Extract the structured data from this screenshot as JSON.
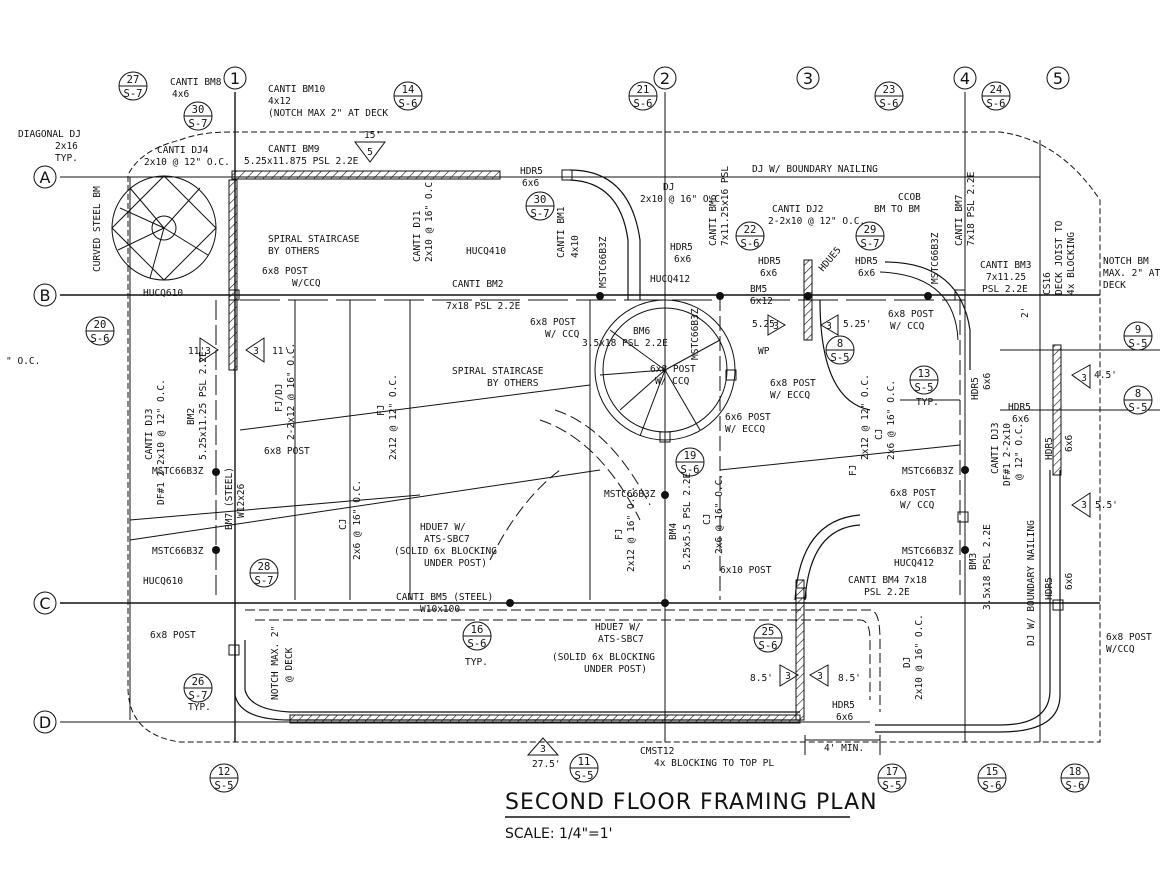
{
  "title": "SECOND FLOOR FRAMING PLAN",
  "scale": "SCALE: 1/4\"=1'",
  "grid": {
    "columns": [
      "1",
      "2",
      "3",
      "4",
      "5"
    ],
    "rows": [
      "A",
      "B",
      "C",
      "D"
    ]
  },
  "details": {
    "d27": [
      "27",
      "S-7"
    ],
    "d30a": [
      "30",
      "S-7"
    ],
    "d14": [
      "14",
      "S-6"
    ],
    "d21": [
      "21",
      "S-6"
    ],
    "d23": [
      "23",
      "S-6"
    ],
    "d24": [
      "24",
      "S-6"
    ],
    "d30b": [
      "30",
      "S-7"
    ],
    "d22": [
      "22",
      "S-6"
    ],
    "d29": [
      "29",
      "S-7"
    ],
    "d20": [
      "20",
      "S-6"
    ],
    "d8a": [
      "8",
      "S-5"
    ],
    "d9": [
      "9",
      "S-5"
    ],
    "d13": [
      "13",
      "S-5"
    ],
    "d8b": [
      "8",
      "S-5"
    ],
    "d19": [
      "19",
      "S-6"
    ],
    "d28": [
      "28",
      "S-7"
    ],
    "d16": [
      "16",
      "S-6"
    ],
    "d25": [
      "25",
      "S-6"
    ],
    "d26": [
      "26",
      "S-7"
    ],
    "d12": [
      "12",
      "S-5"
    ],
    "d11": [
      "11",
      "S-5"
    ],
    "d17": [
      "17",
      "S-5"
    ],
    "d15": [
      "15",
      "S-6"
    ],
    "d18": [
      "18",
      "S-6"
    ]
  },
  "labels": {
    "canti_bm8": "CANTI BM8",
    "canti_bm8_size": "4x6",
    "canti_bm10": "CANTI BM10",
    "canti_bm10_size": "4x12",
    "canti_bm10_note": "(NOTCH MAX 2\" AT DECK",
    "diagonal_dj": "DIAGONAL DJ",
    "diag_size": "2x16",
    "diag_typ": "TYP.",
    "canti_dj4": "CANTI DJ4",
    "dj4_spec": "2x10 @ 12\" O.C.",
    "canti_bm9": "CANTI BM9",
    "bm9_spec": "5.25x11.875 PSL 2.2E",
    "span15": "15'",
    "hdr5_a": "HDR5",
    "hdr5_a_size": "6x6",
    "dj_boundary": "DJ W/ BOUNDARY NAILING",
    "dj_top": "DJ",
    "dj_top_spec": "2x10 @ 16\" O.C.",
    "canti_bm6": "CANTI BM6",
    "bm6_spec": "7x11.25x16 PSL",
    "canti_dj2": "CANTI DJ2",
    "dj2_spec": "2-2x10 @ 12\" O.C.",
    "ccob": "CCOB",
    "bm_to_bm": "BM TO BM",
    "canti_bm7": "CANTI BM7",
    "bm7_spec": "7x18 PSL 2.2E",
    "cs16": "CS16",
    "deck_joist": "DECK JOIST TO",
    "blocking4x": "4x BLOCKING",
    "notch_bm": "NOTCH BM",
    "notch_max": "MAX. 2\" AT",
    "deck": "DECK",
    "curved_steel": "CURVED STEEL BM",
    "spiral1": "SPIRAL STAIRCASE",
    "by_others": "BY OTHERS",
    "post6x8_ccq": "6x8 POST",
    "w_ccq": "W/CCQ",
    "canti_dj1": "CANTI DJ1",
    "dj1_spec": "2x10 @ 16\" O.C.",
    "hucq410": "HUCQ410",
    "canti_bm1": "CANTI BM1",
    "bm1_size": "4x10",
    "mstc_top": "MSTC66B3Z",
    "hdr5_b": "HDR5",
    "hdr5_b_size": "6x6",
    "hucq412_a": "HUCQ412",
    "bm5": "BM5",
    "bm5_size": "6x12",
    "hdr5_c": "HDR5",
    "hdr5_c_size": "6x6",
    "hdues": "HDUE5",
    "hdr5_d": "HDR5",
    "hdr5_d_size": "6x6",
    "mstc_right": "MSTC66B3Z",
    "canti_bm3": "CANTI BM3",
    "bm3_spec": "7x11.25",
    "bm3_spec2": "PSL 2.2E",
    "canti_bm2": "CANTI BM2",
    "bm2_spec": "7x18 PSL 2.2E",
    "hucq610_a": "HUCQ610",
    "post6x8_b": "6x8 POST",
    "post6x8_b_w": "W/ CCQ",
    "bm6_lbl": "BM6",
    "bm6_spec2": "3.5x18 PSL 2.2E",
    "mstc_mid": "MSTC66B3Z",
    "wp": "WP",
    "d525a": "5.25'",
    "d525b": "5.25'",
    "post6x8_c": "6x8 POST",
    "post6x8_c_w": "W/ CCQ",
    "dim2": "2'",
    "oc_left": "\" O.C.",
    "d11a": "11'",
    "d11b": "11'",
    "d45": "4.5'",
    "spiral2": "SPIRAL STAIRCASE",
    "by_others2": "BY OTHERS",
    "post6x8_d": "6x8 POST",
    "post6x8_d_w": "W/ CCQ",
    "post6x8_e": "6x8 POST",
    "post6x8_e_w": "W/ ECCQ",
    "post6x6_f": "6x6 POST",
    "post6x6_f_w": "W/ ECCQ",
    "canti_dj3": "CANTI DJ3",
    "dj3_spec": "DF#1 2-2x10 @ 12\" O.C.",
    "bm2_left": "BM2",
    "bm2_left_spec": "5.25x11.25 PSL 2.2E",
    "fj_dj": "FJ/DJ",
    "fjdj_spec": "2-2x12 @ 16\" O.C.",
    "fj_a": "FJ",
    "fj_a_spec": "2x12 @ 12\" O.C.",
    "post6x8_g": "6x8 POST",
    "mstc_l1": "MSTC66B3Z",
    "bm7_steel": "BM7 (STEEL)",
    "w12x26": "W12x26",
    "cj_a": "CJ",
    "cj_a_spec": "2x6 @ 16\" O.C.",
    "mstc_l2": "MSTC66B3Z",
    "hdue7_a": "HDUE7 W/",
    "ats_a": "ATS-SBC7",
    "solid_a": "(SOLID 6x BLOCKING",
    "under_a": "UNDER POST)",
    "mstc_c": "MSTC66B3Z",
    "fj_b": "FJ",
    "fj_b_spec": "2x12 @ 16\" O.C.",
    "bm4": "BM4",
    "bm4_spec": "5.25x5.5 PSL 2.2E",
    "cj_b": "CJ",
    "cj_b_spec": "2x6 @ 16\" O.C.",
    "fj_c": "FJ",
    "fj_c_spec": "2x12 @ 12\" O.C.",
    "cj_c": "CJ",
    "cj_c_spec": "2x6 @ 16\" O.C.",
    "hdr5_e": "HDR5",
    "hdr5_e_size": "6x6",
    "typ_a": "TYP.",
    "hdr5_f": "HDR5",
    "hdr5_f_size": "6x6",
    "mstc_r1": "MSTC66B3Z",
    "post6x8_h": "6x8 POST",
    "post6x8_h_w": "W/ CCQ",
    "canti_dj3b": "CANTI DJ3",
    "dj3b_spec": "DF#1 2-2x10",
    "dj3b_spec2": "@ 12\" O.C.",
    "hdr5_g": "HDR5",
    "hdr5_g_size": "6x6",
    "d55": "5.5'",
    "mstc_r2": "MSTC66B3Z",
    "hucq412_b": "HUCQ412",
    "canti_bm4": "CANTI BM4",
    "bm4b_spec": "7x18",
    "bm4b_spec2": "PSL 2.2E",
    "bm3_lbl": "BM3",
    "bm3_lbl_spec": "3.5x18 PSL 2.2E",
    "dj_boundary_v": "DJ W/ BOUNDARY NAILING",
    "hdr5_h": "HDR5",
    "hdr5_h_size": "6x6",
    "post6x10": "6x10 POST",
    "hucq610_b": "HUCQ610",
    "canti_bm5": "CANTI BM5 (STEEL)",
    "w10x100": "W10x100",
    "typ_b": "TYP.",
    "hdue7_b": "HDUE7 W/",
    "ats_b": "ATS-SBC7",
    "solid_b": "(SOLID 6x BLOCKING",
    "under_b": "UNDER POST)",
    "post6x8_i": "6x8 POST",
    "notch_max2": "NOTCH MAX. 2\"",
    "at_deck": "@ DECK",
    "d85a": "8.5'",
    "d85b": "8.5'",
    "dj_bot": "DJ",
    "dj_bot_spec": "2x10 @ 16\" O.C.",
    "post6x8_j": "6x8 POST",
    "post6x8_j_w": "W/CCQ",
    "typ_c": "TYP.",
    "hdr5_i": "HDR5",
    "hdr5_i_size": "6x6",
    "d275": "27.5'",
    "cmst12": "CMST12",
    "block_top": "4x BLOCKING TO TOP PL",
    "four_min": "4' MIN.",
    "tri3": "3",
    "tri5": "5"
  }
}
